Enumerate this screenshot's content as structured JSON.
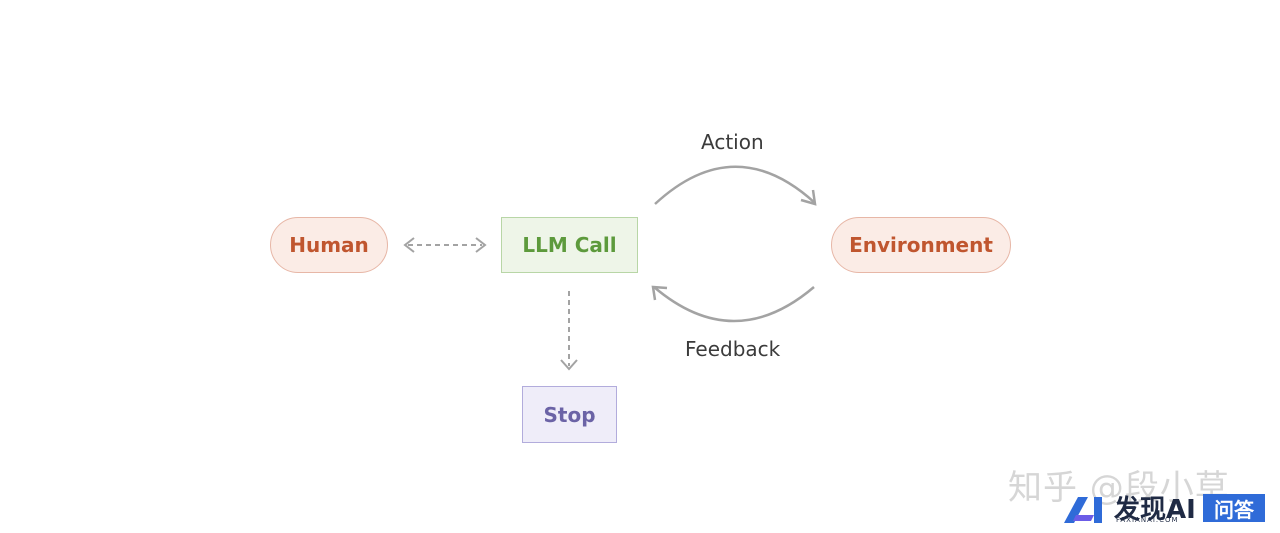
{
  "diagram": {
    "nodes": {
      "human": "Human",
      "llm_call": "LLM Call",
      "environment": "Environment",
      "stop": "Stop"
    },
    "edges": {
      "action": "Action",
      "feedback": "Feedback"
    }
  },
  "watermark": {
    "text": "知乎 @段小草",
    "brand": "发现AI",
    "brand_sub": "FAXIANAI.COM",
    "badge": "问答"
  },
  "colors": {
    "human_fill": "#fbece6",
    "human_text": "#c0562f",
    "llm_fill": "#eef5e8",
    "llm_text": "#5d9a3c",
    "stop_fill": "#efedf9",
    "stop_text": "#6b63a6",
    "arrow": "#a3a3a3"
  }
}
